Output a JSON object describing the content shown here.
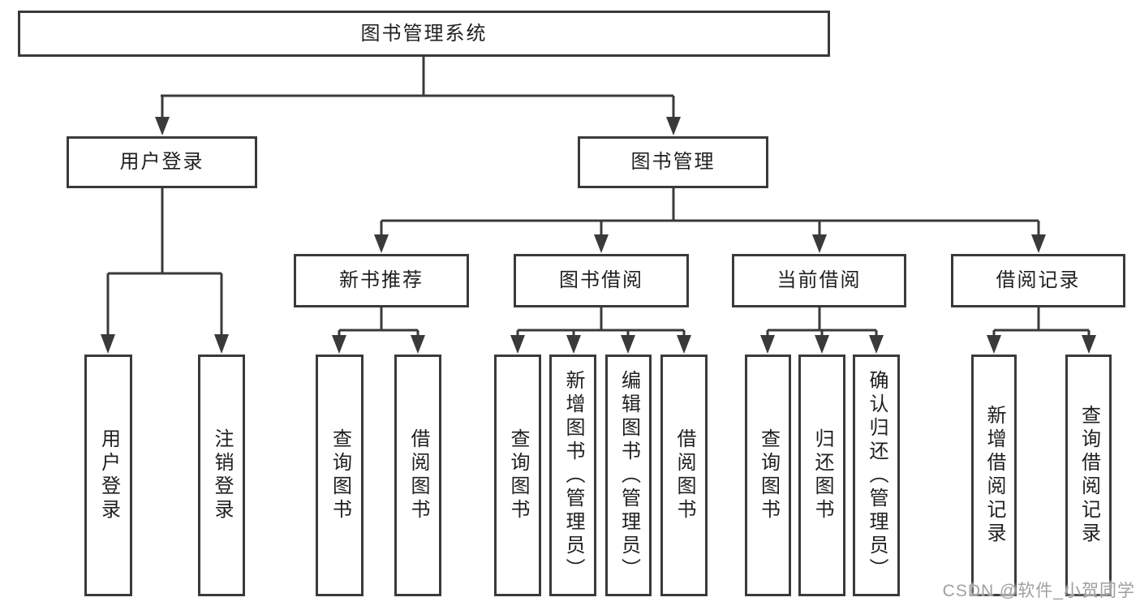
{
  "diagram_title": "图书管理系统",
  "nodes": {
    "root": {
      "label": "图书管理系统"
    },
    "user_login": {
      "label": "用户登录",
      "parent": "图书管理系统"
    },
    "book_management": {
      "label": "图书管理",
      "parent": "图书管理系统"
    },
    "new_book_recommend": {
      "label": "新书推荐",
      "parent": "图书管理"
    },
    "book_borrowing": {
      "label": "图书借阅",
      "parent": "图书管理"
    },
    "current_borrowing": {
      "label": "当前借阅",
      "parent": "图书管理"
    },
    "borrowing_records": {
      "label": "借阅记录",
      "parent": "图书管理"
    }
  },
  "leaves": [
    {
      "label": "用户登录",
      "parent": "用户登录"
    },
    {
      "label": "注销登录",
      "parent": "用户登录"
    },
    {
      "label": "查询图书",
      "parent": "新书推荐"
    },
    {
      "label": "借阅图书",
      "parent": "新书推荐"
    },
    {
      "label": "查询图书",
      "parent": "图书借阅"
    },
    {
      "label": "新增图书（管理员）",
      "parent": "图书借阅"
    },
    {
      "label": "编辑图书（管理员）",
      "parent": "图书借阅"
    },
    {
      "label": "借阅图书",
      "parent": "图书借阅"
    },
    {
      "label": "查询图书",
      "parent": "当前借阅"
    },
    {
      "label": "归还图书",
      "parent": "当前借阅"
    },
    {
      "label": "确认归还（管理员）",
      "parent": "当前借阅"
    },
    {
      "label": "新增借阅记录",
      "parent": "借阅记录"
    },
    {
      "label": "查询借阅记录",
      "parent": "借阅记录"
    }
  ],
  "watermark": {
    "text": "CSDN @软件_小贺同学"
  },
  "colors": {
    "line": "#3a3a3a",
    "text": "#1f1f1f",
    "background": "#ffffff",
    "watermark": "#a0a0a0"
  }
}
